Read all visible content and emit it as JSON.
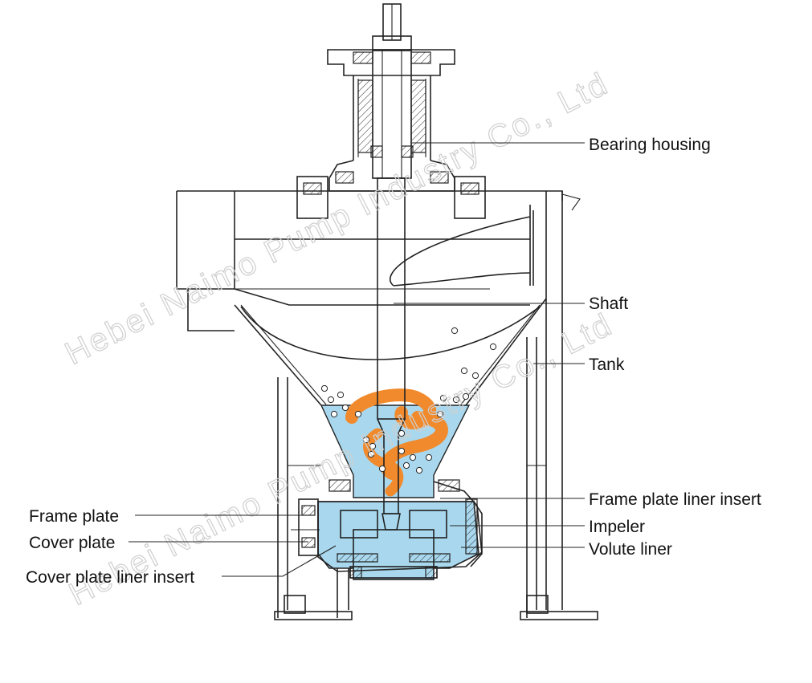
{
  "labels": {
    "bearing_housing": "Bearing housing",
    "shaft": "Shaft",
    "tank": "Tank",
    "frame_plate_liner_insert": "Frame plate liner insert",
    "impeler": "Impeler",
    "volute_liner": "Volute liner",
    "frame_plate": "Frame plate",
    "cover_plate": "Cover plate",
    "cover_plate_liner_insert": "Cover plate liner insert"
  },
  "watermark": {
    "text_top": "Hebei Naimo Pump Industry Co., Ltd",
    "text_bottom": "Hebei Naimo Pump Industry Co., Ltd"
  },
  "colors": {
    "slurry_blue": "#a9d8ee",
    "impeller_orange": "#f08a2c",
    "line": "#222222"
  }
}
